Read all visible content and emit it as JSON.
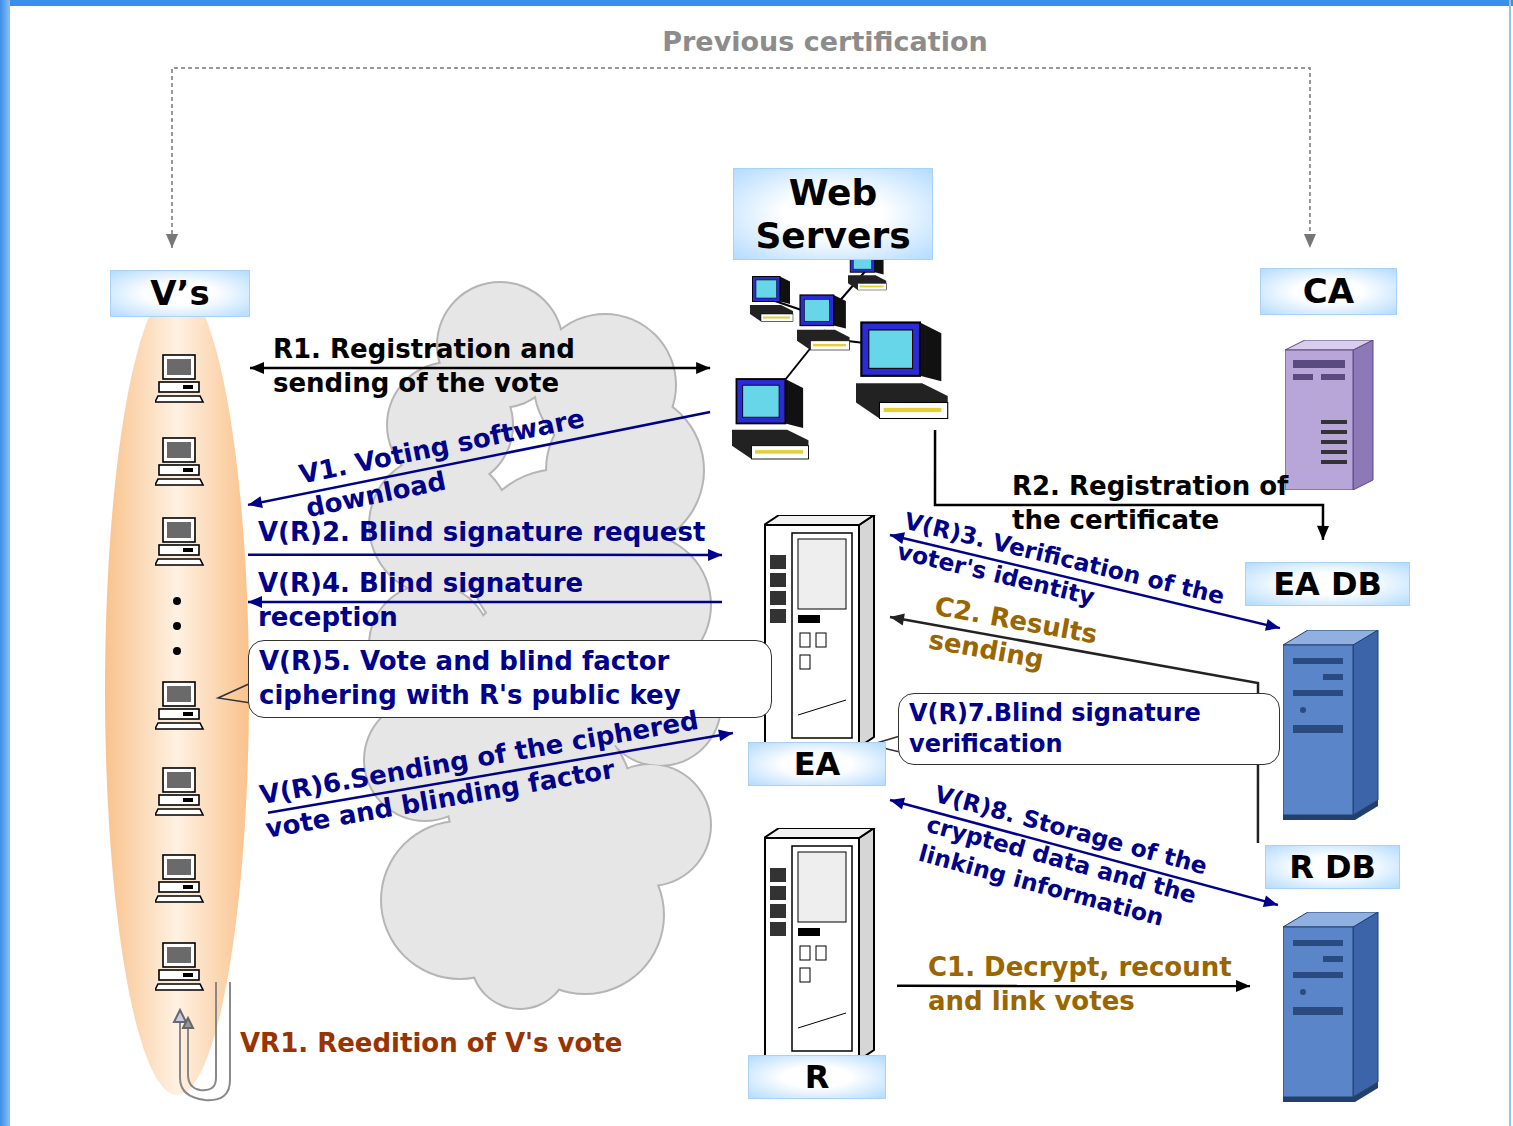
{
  "diagram": {
    "nodes": [
      {
        "text": [
          "V’s"
        ]
      },
      {
        "text": [
          "Web Servers"
        ]
      },
      {
        "text": [
          "CA"
        ]
      },
      {
        "text": [
          "EA DB"
        ]
      },
      {
        "text": [
          "V(R)5. Vote and blind factor ciphering with R's public key"
        ]
      },
      {
        "text": [
          "EA"
        ]
      },
      {
        "text": [
          "V(R)7.Blind signature verification"
        ]
      },
      {
        "text": [
          "R DB"
        ]
      },
      {
        "text": [
          "R"
        ]
      }
    ],
    "edges": [
      {
        "from": 0,
        "to": 2,
        "arrow": "both",
        "label": "Previous certification"
      },
      {
        "from": 0,
        "to": 1,
        "arrow": "both",
        "label": "R1. Registration and sending of the vote"
      },
      {
        "from": 1,
        "to": 0,
        "arrow": "to",
        "label": "V1. Voting software download"
      },
      {
        "from": 0,
        "to": 5,
        "arrow": "to",
        "label": "V(R)2. Blind signature request"
      },
      {
        "from": 5,
        "to": 0,
        "arrow": "to",
        "label": "V(R)4. Blind signature reception"
      },
      {
        "from": 0,
        "to": 5,
        "arrow": "to",
        "label": "V(R)6.Sending of the ciphered vote and blinding factor"
      },
      {
        "from": 1,
        "to": 3,
        "arrow": "to",
        "label": "R2. Registration of the certificate"
      },
      {
        "from": 5,
        "to": 3,
        "arrow": "both",
        "label": "V(R)3. Verification of the voter's identity"
      },
      {
        "from": 7,
        "to": 5,
        "arrow": "to",
        "label": "C2. Results sending"
      },
      {
        "from": 5,
        "to": 7,
        "arrow": "both",
        "label": "V(R)8. Storage of the crypted data and the linking information"
      },
      {
        "from": 8,
        "to": 7,
        "arrow": "to",
        "label": "C1. Decrypt, recount and link votes"
      }
    ],
    "labels": [
      "VR1. Reedition of V's vote"
    ]
  }
}
